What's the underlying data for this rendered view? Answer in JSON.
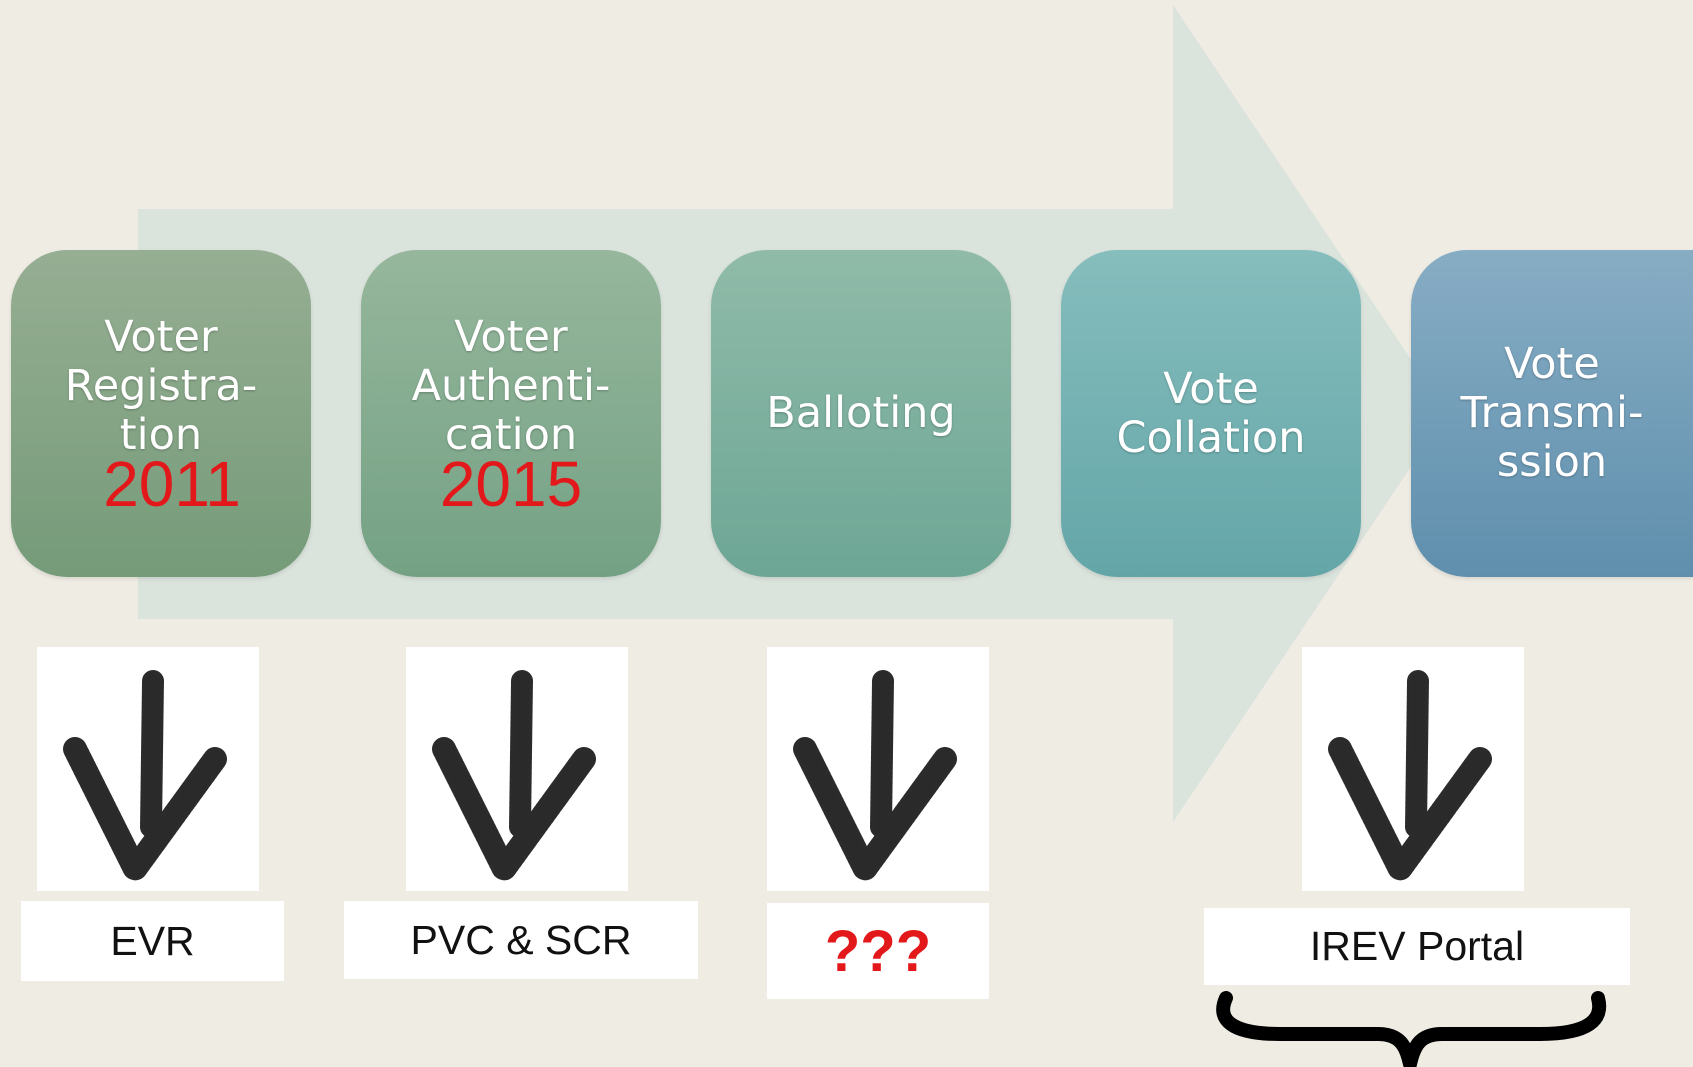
{
  "diagram": {
    "steps": [
      {
        "label": "Voter\nRegistra-\ntion",
        "year": "2011"
      },
      {
        "label": "Voter\nAuthenti-\ncation",
        "year": "2015"
      },
      {
        "label": "Balloting",
        "year": ""
      },
      {
        "label": "Vote\nCollation",
        "year": ""
      },
      {
        "label": "Vote\nTransmi-\nssion",
        "year": ""
      }
    ],
    "technologies": [
      {
        "label": "EVR"
      },
      {
        "label": "PVC & SCR"
      },
      {
        "label": "???"
      },
      {
        "label": "IREV Portal"
      }
    ],
    "icons": [
      "down-arrow-icon",
      "down-arrow-icon",
      "down-arrow-icon",
      "down-arrow-icon",
      "brace-icon"
    ]
  },
  "colors": {
    "background": "#efece4",
    "big_arrow": "#dbe3dd",
    "year_text": "#e3181b",
    "unknown_text": "#e3181b",
    "step_1": "#86a686",
    "step_2": "#85ac90",
    "step_3": "#7eb09f",
    "step_4": "#75b1b2",
    "step_5": "#739eb8"
  }
}
